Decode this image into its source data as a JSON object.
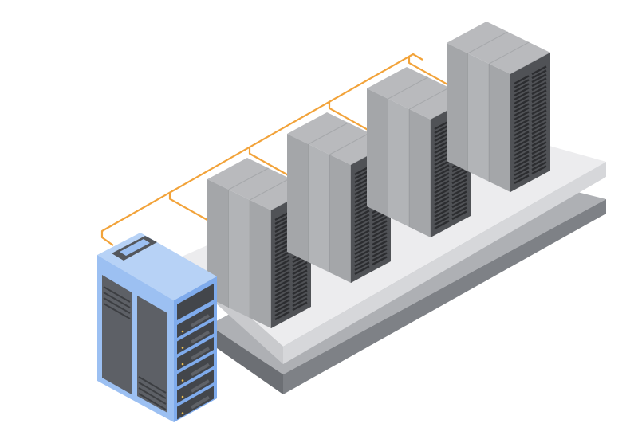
{
  "illustration": {
    "rack_group_count": 4,
    "cabinets_per_group": 3,
    "server_tower_slots": 6
  },
  "colors": {
    "background": "#ffffff",
    "platform_top": "#ececee",
    "platform_edge": "#d6d7da",
    "base_slab": "#7e8186",
    "base_slab_top": "#aeb0b4",
    "rack_top": "#b9babd",
    "rack_side": "#a4a6a9",
    "rack_front": "#505256",
    "rack_grill": "#2c2d30",
    "cable": "#f2a33a",
    "server_top": "#b7d2f6",
    "server_side": "#9cc0f2",
    "server_front": "#7fabec",
    "server_panel": "#5d6066",
    "server_slot": "#43464b"
  }
}
